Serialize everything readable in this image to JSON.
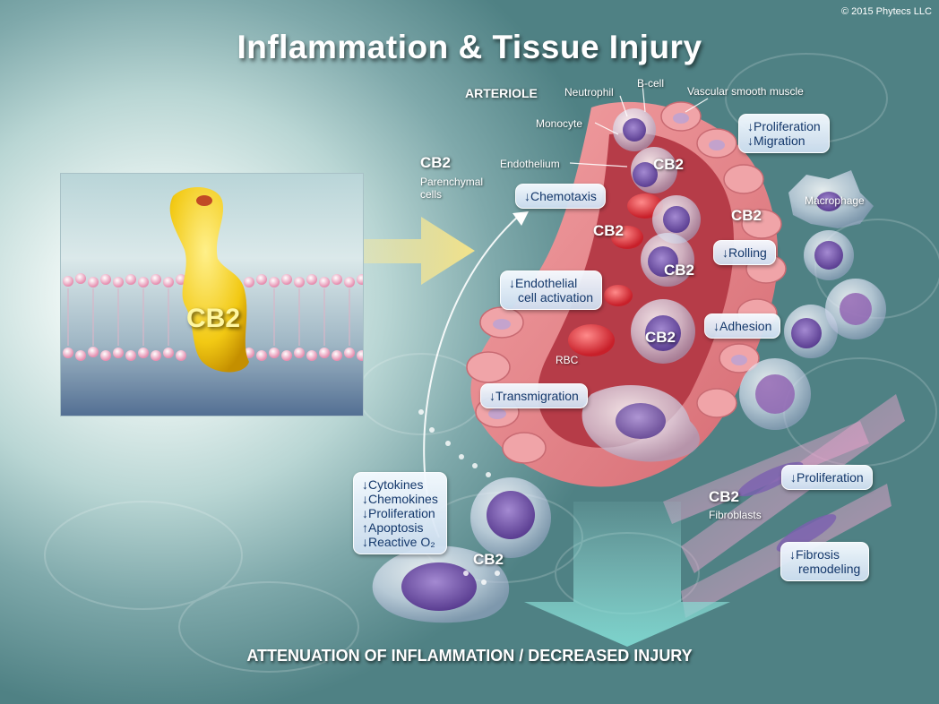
{
  "title": "Inflammation & Tissue Injury",
  "copyright": "© 2015 Phytecs LLC",
  "inset": {
    "receptor_label": "CB2"
  },
  "labels": {
    "arteriole": "ARTERIOLE",
    "neutrophil": "Neutrophil",
    "b_cell": "B-cell",
    "vascular_smooth_muscle": "Vascular smooth muscle",
    "monocyte": "Monocyte",
    "endothelium": "Endothelium",
    "macrophage": "Macrophage",
    "rbc": "RBC",
    "parenchymal_cb2": "CB2",
    "parenchymal_cells": [
      "Parenchymal",
      "cells"
    ],
    "fibroblasts_cb2": "CB2",
    "fibroblasts": "Fibroblasts"
  },
  "cb2_markers": [
    "CB2",
    "CB2",
    "CB2",
    "CB2",
    "CB2",
    "CB2"
  ],
  "effects": {
    "smooth_muscle": [
      "↓Proliferation",
      "↓Migration"
    ],
    "chemotaxis": [
      "↓Chemotaxis"
    ],
    "endothelial": [
      "↓Endothelial",
      "cell activation"
    ],
    "rolling": [
      "↓Rolling"
    ],
    "adhesion": [
      "↓Adhesion"
    ],
    "transmigration": [
      "↓Transmigration"
    ],
    "immune": [
      "↓Cytokines",
      "↓Chemokines",
      "↓Proliferation",
      "↑Apoptosis",
      "↓Reactive O₂"
    ],
    "fibroblast_prolif": [
      "↓Proliferation"
    ],
    "fibrosis": [
      "↓Fibrosis",
      "remodeling"
    ]
  },
  "bottom_caption": "ATTENUATION OF INFLAMMATION / DECREASED INJURY",
  "colors": {
    "box_text": "#14386b",
    "vessel": "#e8868c",
    "receptor": "#f2d21a",
    "arrow": "#f3e38a"
  }
}
